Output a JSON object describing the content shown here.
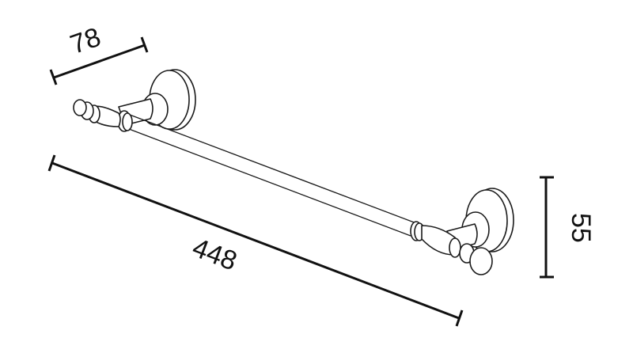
{
  "drawing": {
    "subject": "Towel bar dimension drawing",
    "line_color": "#111111",
    "background": "#ffffff",
    "dimensions": {
      "depth": {
        "label": "78",
        "unit": "mm"
      },
      "length": {
        "label": "448",
        "unit": "mm"
      },
      "height": {
        "label": "55",
        "unit": "mm"
      }
    }
  }
}
